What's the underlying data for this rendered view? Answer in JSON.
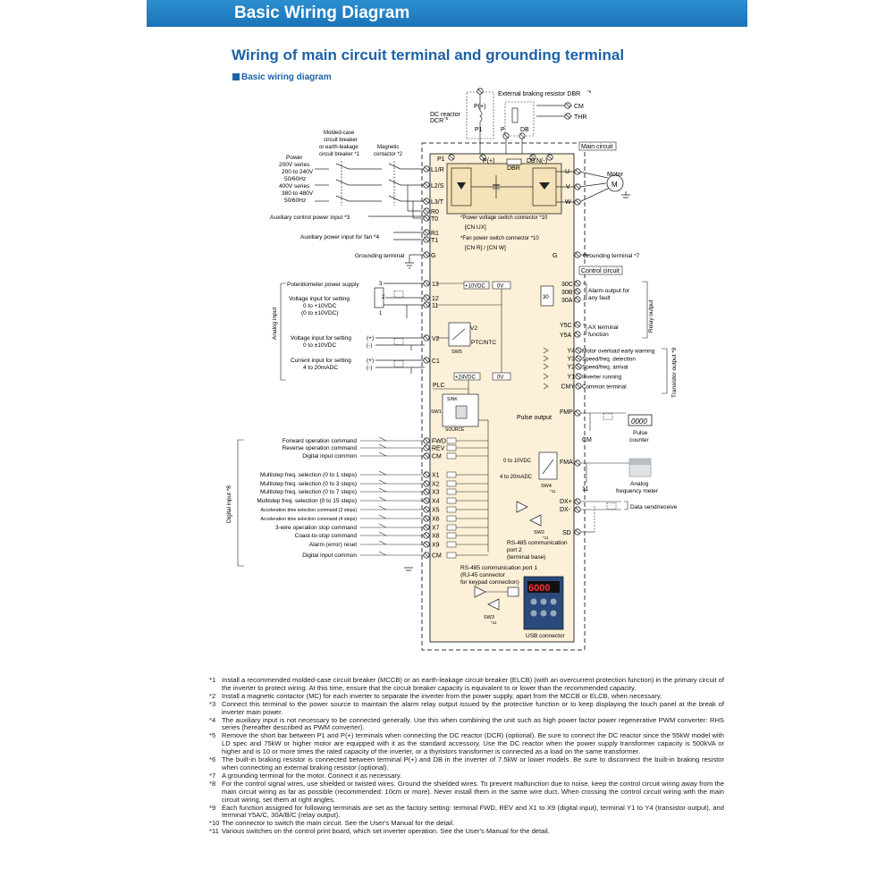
{
  "header": {
    "title": "Basic Wiring Diagram"
  },
  "section": {
    "title": "Wiring of main circuit terminal and grounding terminal",
    "subtitle": "Basic wiring diagram"
  },
  "diagram": {
    "main_circuit": "Main circuit",
    "control_circuit": "Control circuit",
    "top": {
      "ext_brake": "External braking resistor DBR",
      "ext_brake_ref": "*6",
      "dc_reactor": "DC reactor",
      "dcr": "DCR",
      "dcr_ref": "*5",
      "p_plus": "P(+)",
      "p1": "P1",
      "p": "P",
      "db": "DB",
      "cm": "CM",
      "thr": "THR"
    },
    "power": {
      "mccb_1": "Molded-case",
      "mccb_2": "circuit breaker",
      "mccb_3": "or earth-leakage",
      "mccb_4": "circuit breaker *1",
      "mc_1": "Magnetic",
      "mc_2": "contactor *2",
      "power": "Power",
      "v200": "200V series",
      "v200r": "200 to 240V",
      "hz1": "50/60Hz",
      "v400": "400V series",
      "v400r": "380 to 480V",
      "hz2": "50/60Hz"
    },
    "terminals": {
      "l1": "L1/R",
      "l2": "L2/S",
      "l3": "L3/T",
      "r0": "R0",
      "t0": "T0",
      "r1": "R1",
      "t1": "T1",
      "g": "G",
      "u": "U",
      "v": "V",
      "w": "W",
      "p1": "P1",
      "pplus": "P(+)",
      "dbr": "DBR",
      "db": "DB",
      "nminus": "N(-)"
    },
    "labels": {
      "aux_ctrl": "Auxiliary control power input *3",
      "aux_fan": "Auxiliary power input for fan *4",
      "grounding": "Grounding terminal",
      "grounding_right": "Grounding terminal *7",
      "motor": "Motor",
      "m": "M",
      "pv_sw_1": "*Power voltage switch connector *10",
      "pv_sw_2": "[CN UX]",
      "fan_sw_1": "*Fan power switch connector *10",
      "fan_sw_2": "[CN R] / [CN W]"
    },
    "analog": {
      "group": "Analog input",
      "pot": "Potentiometer power supply",
      "volt_1": "Voltage input for setting",
      "volt_2": "0 to +10VDC",
      "volt_3": "(0 to ±10VDC)",
      "volt2_1": "Voltage input for setting",
      "volt2_2": "0 to ±10VDC",
      "cur_1": "Current input for setting",
      "cur_2": "4 to 20mADC",
      "t13": "13",
      "t12": "12",
      "t11": "11",
      "v2": "V2",
      "c1": "C1",
      "p10": "+10VDC",
      "zv": "0V",
      "ptc": "PTC/NTC",
      "v2i": "V2",
      "sw5": "SW5",
      "n3": "3",
      "n2": "2",
      "n1": "1",
      "plus": "(+)",
      "minus": "(-)"
    },
    "digital": {
      "group": "Digital input *8",
      "plc": "PLC",
      "sink": "SINK",
      "source": "SOURCE",
      "sw1": "SW1",
      "p24": "+24VDC",
      "zv": "0V",
      "rows": [
        {
          "label": "Forward operation command",
          "term": "FWD"
        },
        {
          "label": "Reverse operation command",
          "term": "REV"
        },
        {
          "label": "Digital input common",
          "term": "CM"
        },
        {
          "label": "Multistep freq. selection (0 to 1 steps)",
          "term": "X1"
        },
        {
          "label": "Multistep freq. selection (0 to 3 steps)",
          "term": "X2"
        },
        {
          "label": "Multistep freq. selection (0 to 7 steps)",
          "term": "X3"
        },
        {
          "label": "Multistep freq. selection (0 to 15 steps)",
          "term": "X4"
        },
        {
          "label": "Acceleration time selection command (2 steps)",
          "term": "X5"
        },
        {
          "label": "Acceleration time selection command (4 steps)",
          "term": "X6"
        },
        {
          "label": "3-wire operation stop command",
          "term": "X7"
        },
        {
          "label": "Coast-to-stop command",
          "term": "X8"
        },
        {
          "label": "Alarm (error) reset",
          "term": "X9"
        },
        {
          "label": "Digital input common",
          "term": "CM"
        }
      ]
    },
    "relay": {
      "group": "Relay output",
      "alarm_1": "Alarm output for",
      "alarm_2": "any fault",
      "ax_1": "AX terminal",
      "ax_2": "function",
      "t30c": "30C",
      "t30b": "30B",
      "t30a": "30A",
      "t30": "30",
      "y5c": "Y5C",
      "y5a": "Y5A"
    },
    "transistor": {
      "group": "Transistor output *9",
      "rows": [
        {
          "term": "Y4",
          "label": "Motor overload early warning"
        },
        {
          "term": "Y3",
          "label": "Speed/freq. detection"
        },
        {
          "term": "Y2",
          "label": "Speed/freq. arrival"
        },
        {
          "term": "Y1",
          "label": "Inverter running"
        },
        {
          "term": "CMY",
          "label": "Common terminal"
        }
      ]
    },
    "outputs": {
      "pulse_out": "Pulse output",
      "fmp": "FMP",
      "cm": "CM",
      "counter_disp": "0000",
      "counter_1": "Pulse",
      "counter_2": "counter",
      "fma": "FMA",
      "v10": "0 to 10VDC",
      "ma": "4 to 20mADC",
      "sw4": "SW4",
      "sw4_ref": "*11",
      "t11": "11",
      "meter_1": "Analog",
      "meter_2": "frequency meter",
      "dxp": "DX+",
      "dxm": "DX-",
      "sd": "SD",
      "data": "Data send/receive",
      "sw2": "SW2",
      "sw2_ref": "*11",
      "rs485_2_1": "RS-485 communication",
      "rs485_2_2": "port 2",
      "rs485_2_3": "(terminal base)",
      "rs485_1_1": "RS-485 communication port 1",
      "rs485_1_2": "(RJ-45 connector",
      "rs485_1_3": "for keypad connection)",
      "sw3": "SW3",
      "sw3_ref": "*11",
      "usb": "USB connector",
      "keypad_disp": "6000"
    }
  },
  "notes": [
    {
      "num": "*1",
      "text": "Install a recommended molded-case circuit breaker (MCCB) or an earth-leakage circuit-breaker (ELCB) (with an overcurrent protection function) in the primary circuit of the inverter to protect wiring. At this time, ensure that the circuit breaker capacity is equivalent to or lower than the recommended capacity."
    },
    {
      "num": "*2",
      "text": "Install a magnetic contactor (MC) for each inverter to separate the inverter from the power supply, apart from the MCCB or ELCB, when necessary."
    },
    {
      "num": "*3",
      "text": "Connect this terminal to the power source to maintain the alarm relay output issued by the protective function or to keep displaying the touch panel at the break of inverter main power."
    },
    {
      "num": "*4",
      "text": "The auxiliary input is not necessary to be connected generally. Use this when combining the unit such as high power factor power regenerative PWM converter: RHS series (hereafter described as PWM converter)."
    },
    {
      "num": "*5",
      "text": "Remove the short bar between P1 and P(+) terminals when connecting the DC reactor (DCR) (optional). Be sure to connect the DC reactor since the 55kW model with LD spec and 75kW or higher motor are equipped with it as the standard accessory. Use the DC reactor when the power supply transformer capacity is 500kVA or higher and is 10 or more times the rated capacity of the inverter,  or a thyristors transformer is connected as a load on the same transformer."
    },
    {
      "num": "*6",
      "text": "The built-in braking resistor is connected between terminal P(+) and DB in the inverter of 7.5kW or lower models. Be sure to disconnect the built-in braking resistor when connecting an external braking resistor (optional)."
    },
    {
      "num": "*7",
      "text": "A grounding terminal for the motor. Connect it as necessary."
    },
    {
      "num": "*8",
      "text": "For the control signal wires, use shielded or twisted wires. Ground the shielded wires. To prevent malfunction due to noise, keep the control circuit wiring away from the main circuit wiring as far as possible (recommended: 10cm or more). Never install them in the same wire duct. When crossing the control circuit wiring with the main circuit wiring, set them at right angles."
    },
    {
      "num": "*9",
      "text": "Each function assigned for following terminals are set as the factory setting: terminal FWD, REV and X1 to X9 (digital input), terminal Y1 to Y4 (transistor output), and terminal Y5A/C, 30A/B/C (relay output)."
    },
    {
      "num": "*10",
      "text": "The connector to switch the main circuit. See the User's Manual for the detail."
    },
    {
      "num": "*11",
      "text": "Various switches on the control print board, which set inverter operation. See the User's Manual for the detail."
    }
  ]
}
